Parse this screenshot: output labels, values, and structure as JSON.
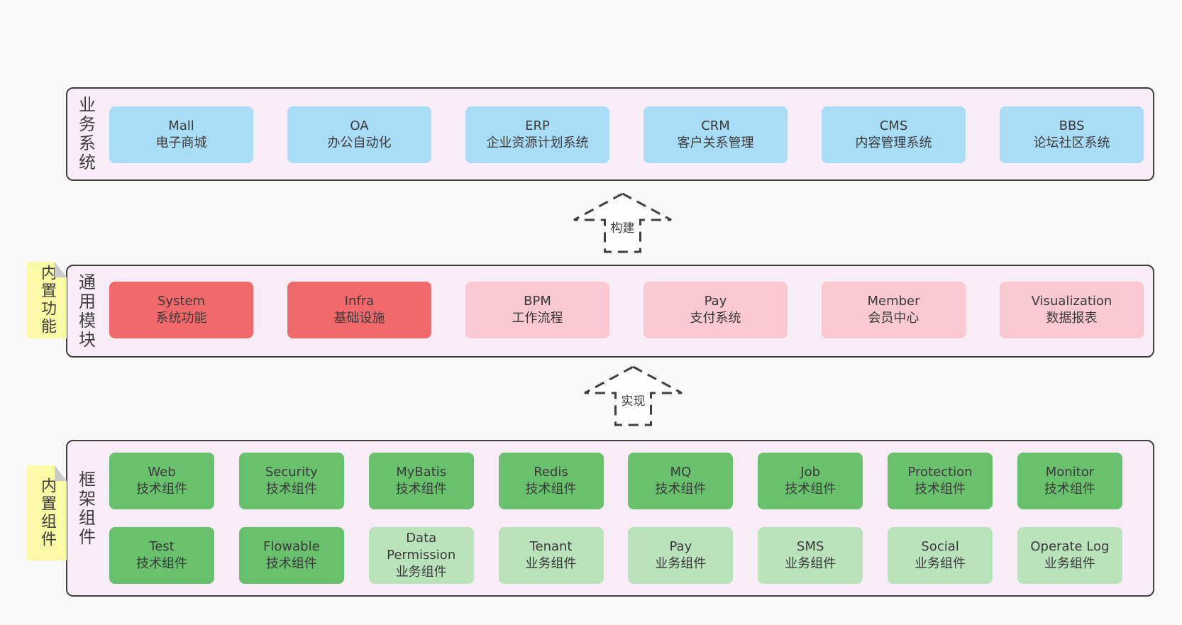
{
  "colors": {
    "page_bg": "#f8f8f8",
    "band_bg": "#f8edf6",
    "band_border": "#3f3f3f",
    "blue_box": "#a9dcf5",
    "red_box": "#f2696c",
    "pink_box": "#f9c8d1",
    "green_box": "#69c16e",
    "light_green_box": "#bae3bb",
    "sticky_bg": "#fafaa6",
    "sticky_fold": "#c9c9c9",
    "text": "#3a3a3a"
  },
  "bands": [
    {
      "label": "业务系统",
      "boxes": [
        {
          "name": "Mall",
          "desc": "电子商城"
        },
        {
          "name": "OA",
          "desc": "办公自动化"
        },
        {
          "name": "ERP",
          "desc": "企业资源计划系统"
        },
        {
          "name": "CRM",
          "desc": "客户关系管理"
        },
        {
          "name": "CMS",
          "desc": "内容管理系统"
        },
        {
          "name": "BBS",
          "desc": "论坛社区系统"
        }
      ]
    },
    {
      "label": "通用模块",
      "sticky": "内置功能",
      "boxes": [
        {
          "name": "System",
          "desc": "系统功能"
        },
        {
          "name": "Infra",
          "desc": "基础设施"
        },
        {
          "name": "BPM",
          "desc": "工作流程"
        },
        {
          "name": "Pay",
          "desc": "支付系统"
        },
        {
          "name": "Member",
          "desc": "会员中心"
        },
        {
          "name": "Visualization",
          "desc": "数据报表"
        }
      ]
    },
    {
      "label": "框架组件",
      "sticky": "内置组件",
      "row1": [
        {
          "name": "Web",
          "desc": "技术组件"
        },
        {
          "name": "Security",
          "desc": "技术组件"
        },
        {
          "name": "MyBatis",
          "desc": "技术组件"
        },
        {
          "name": "Redis",
          "desc": "技术组件"
        },
        {
          "name": "MQ",
          "desc": "技术组件"
        },
        {
          "name": "Job",
          "desc": "技术组件"
        },
        {
          "name": "Protection",
          "desc": "技术组件"
        },
        {
          "name": "Monitor",
          "desc": "技术组件"
        }
      ],
      "row2": [
        {
          "name": "Test",
          "desc": "技术组件"
        },
        {
          "name": "Flowable",
          "desc": "技术组件"
        },
        {
          "name": "Data Permission",
          "desc": "业务组件"
        },
        {
          "name": "Tenant",
          "desc": "业务组件"
        },
        {
          "name": "Pay",
          "desc": "业务组件"
        },
        {
          "name": "SMS",
          "desc": "业务组件"
        },
        {
          "name": "Social",
          "desc": "业务组件"
        },
        {
          "name": "Operate Log",
          "desc": "业务组件"
        }
      ]
    }
  ],
  "arrows": [
    {
      "label": "构建"
    },
    {
      "label": "实现"
    }
  ]
}
